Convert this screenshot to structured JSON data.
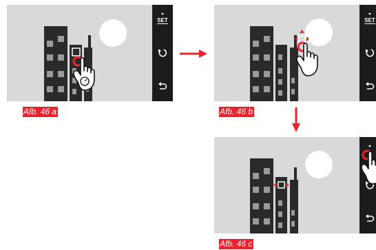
{
  "panels": [
    {
      "id": "a",
      "caption": "Afb. 46 a",
      "sidebar": {
        "set_label": "SET"
      }
    },
    {
      "id": "b",
      "caption": "Afb. 46 b",
      "sidebar": {
        "set_label": "SET"
      }
    },
    {
      "id": "c",
      "caption": "Afb. 46 c",
      "sidebar": {
        "set_label": ""
      }
    }
  ],
  "icons": {
    "rotate": "rotate-icon",
    "back": "back-arrow-icon",
    "hand": "touch-hand-icon",
    "timer": "self-timer-icon"
  },
  "colors": {
    "accent": "#e8252d",
    "panel_bg": "#d9d9d9",
    "sidebar_bg": "#1c1c1c",
    "buildings": "#2a2a2a",
    "windows": "#9a9a9a"
  }
}
